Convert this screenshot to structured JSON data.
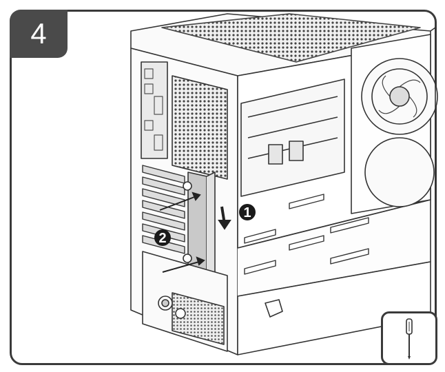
{
  "step": {
    "number": "4"
  },
  "callouts": [
    {
      "label": "1"
    },
    {
      "label": "2"
    }
  ],
  "tool": {
    "icon": "screwdriver-icon"
  },
  "colors": {
    "frame": "#3a3a3a",
    "badge": "#4a4a4a",
    "line": "#333333",
    "mesh": "#555555"
  }
}
